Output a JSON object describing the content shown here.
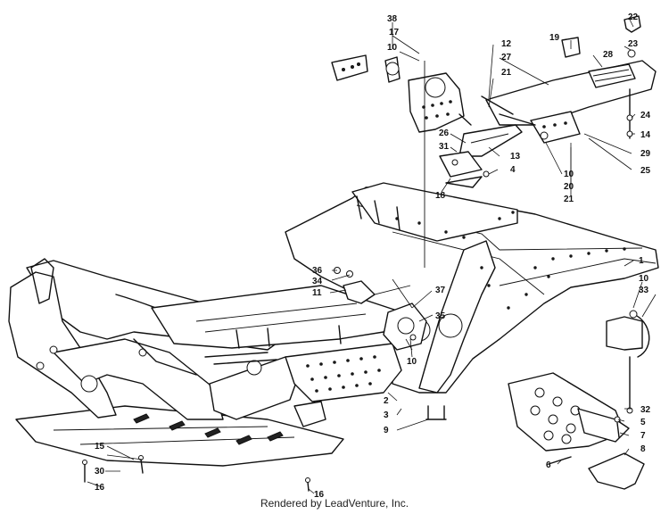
{
  "diagram": {
    "callouts": [
      "38",
      "17",
      "10",
      "12",
      "27",
      "21",
      "19",
      "22",
      "23",
      "28",
      "26",
      "31",
      "13",
      "4",
      "18",
      "10",
      "20",
      "21",
      "24",
      "14",
      "29",
      "25",
      "1",
      "36",
      "34",
      "11",
      "37",
      "35",
      "10",
      "10",
      "33",
      "2",
      "3",
      "9",
      "32",
      "5",
      "7",
      "8",
      "6",
      "15",
      "30",
      "16",
      "16"
    ],
    "caption": "Rendered by LeadVenture, Inc."
  }
}
